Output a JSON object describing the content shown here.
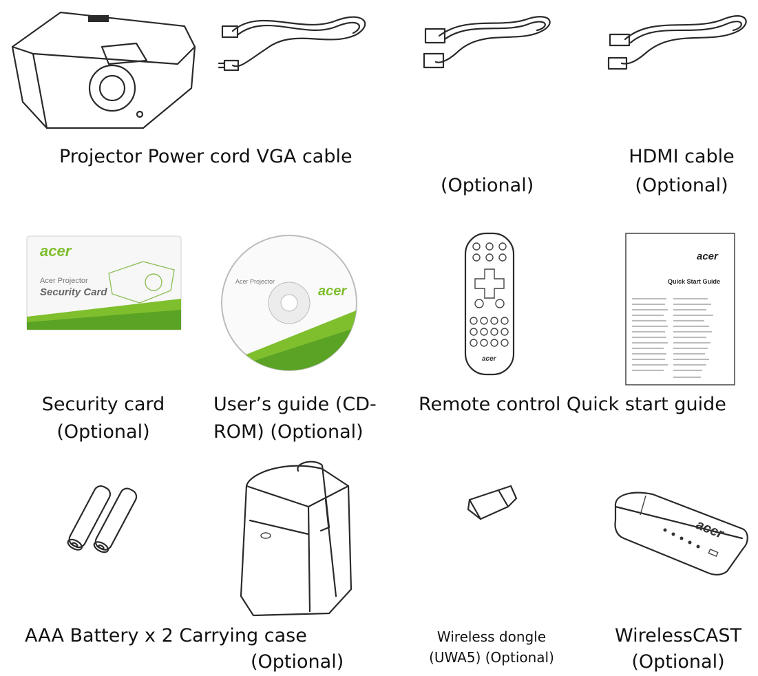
{
  "captions": {
    "row1_left": "Projector Power cord VGA cable",
    "row1_optional": "(Optional)",
    "row1_hdmi": "HDMI cable",
    "row1_hdmi_optional": "(Optional)",
    "security_card_line1": "Security card",
    "security_card_line2": "(Optional)",
    "users_guide_line1": "User’s guide (CD-",
    "users_guide_line2": "ROM) (Optional)",
    "remote_quick": "Remote control Quick start guide",
    "battery_case": "AAA Battery x 2 Carrying case",
    "case_optional": "(Optional)",
    "dongle_line1": "Wireless dongle",
    "dongle_line2": "(UWA5) (Optional)",
    "wirelesscast_line1": "WirelessCAST",
    "wirelesscast_line2": "(Optional)"
  },
  "artwork_text": {
    "brand": "acer",
    "security_card_sub": "Acer Projector",
    "security_card_title": "Security Card",
    "cd_label": "Acer Projector",
    "guide_title": "Quick Start Guide"
  },
  "colors": {
    "accent_green": "#7fbf2e",
    "line": "#2a2a2a"
  }
}
